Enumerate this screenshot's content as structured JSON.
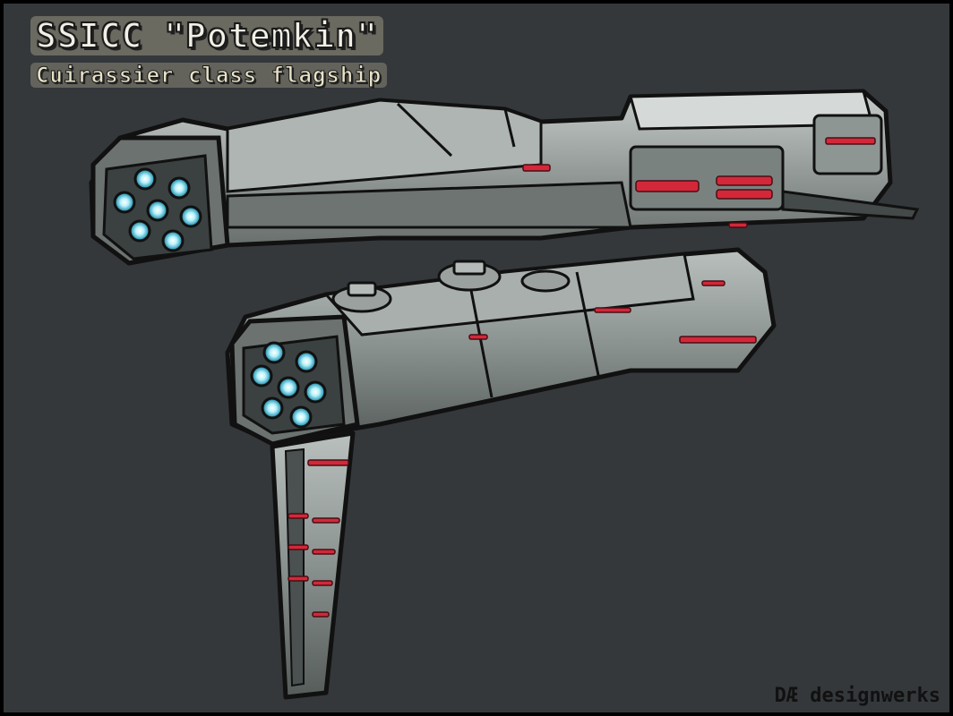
{
  "title": "SSICC \"Potemkin\"",
  "subtitle": "Cuirassier class flagship",
  "credit": "DÆ designwerks",
  "colors": {
    "background": "#34383b",
    "hull": "#8e9694",
    "hull_highlight": "#c9cfcc",
    "outline": "#111111",
    "engine_glow": "#9fe7f5",
    "accent_lights": "#d3283a"
  },
  "illustration": {
    "subject": "spaceship-concept-art"
  }
}
